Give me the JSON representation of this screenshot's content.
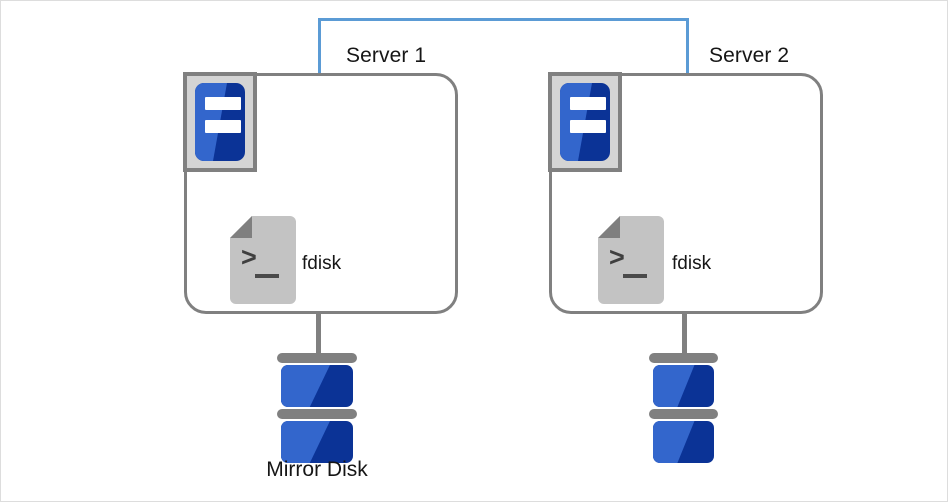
{
  "diagram": {
    "title": "Mirror disk configuration between two servers",
    "colors": {
      "link": "#5b9bd5",
      "box_border": "#808080",
      "icon_blue_light": "#3366cc",
      "icon_blue_dark": "#0b3396",
      "icon_gray": "#c3c3c3",
      "page_border": "#dddddd",
      "text": "#161616"
    },
    "interconnect": {
      "name": "interconnect-link",
      "style": "blue-line"
    },
    "servers": [
      {
        "id": "server-1",
        "label": "Server 1",
        "app_icon": "server-machine-icon",
        "tool_icon": "terminal-document-icon",
        "tool_label": "fdisk",
        "disk": {
          "id": "disk-1",
          "icon": "disk-stack-icon",
          "label": "Mirror Disk",
          "has_label": true
        }
      },
      {
        "id": "server-2",
        "label": "Server 2",
        "app_icon": "server-machine-icon",
        "tool_icon": "terminal-document-icon",
        "tool_label": "fdisk",
        "disk": {
          "id": "disk-2",
          "icon": "disk-stack-icon",
          "label": "",
          "has_label": false
        }
      }
    ],
    "glyphs": {
      "prompt": ">"
    }
  }
}
